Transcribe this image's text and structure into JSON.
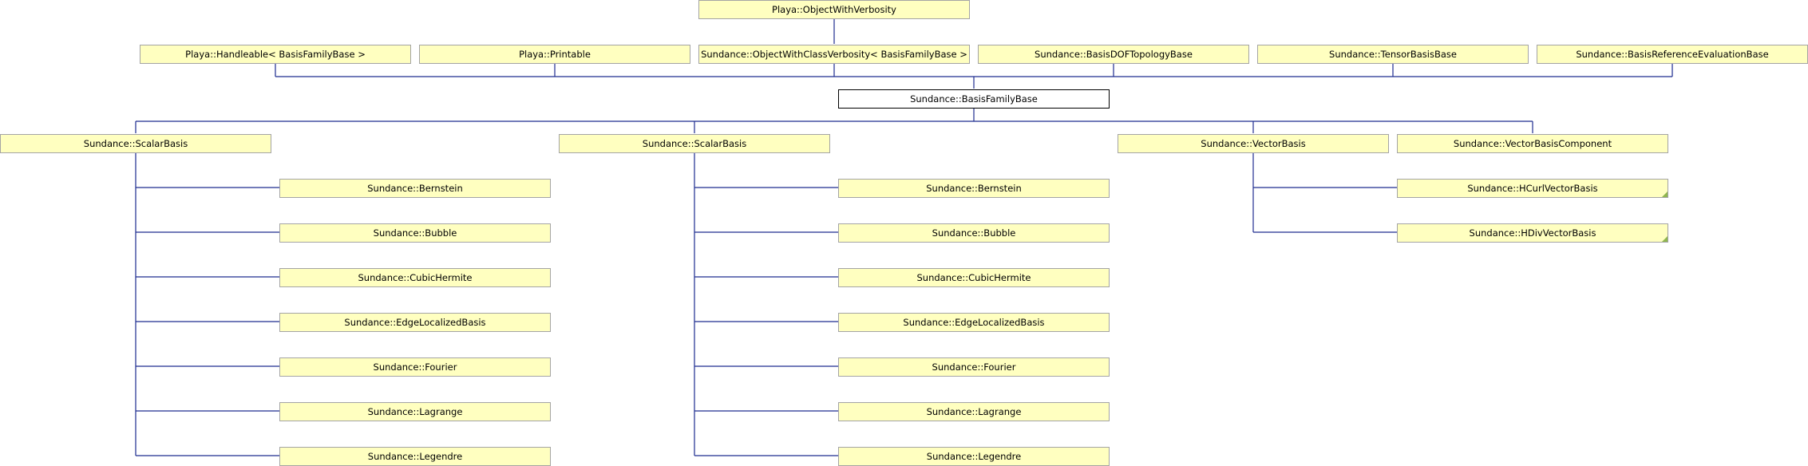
{
  "diagram": {
    "nodes": {
      "object_with_verbosity": "Playa::ObjectWithVerbosity",
      "handleable": "Playa::Handleable< BasisFamilyBase >",
      "printable": "Playa::Printable",
      "object_with_class_verbosity": "Sundance::ObjectWithClassVerbosity< BasisFamilyBase >",
      "basis_dof_topology_base": "Sundance::BasisDOFTopologyBase",
      "tensor_basis_base": "Sundance::TensorBasisBase",
      "basis_reference_evaluation_base": "Sundance::BasisReferenceEvaluationBase",
      "basis_family_base": "Sundance::BasisFamilyBase",
      "scalar_basis_1": "Sundance::ScalarBasis",
      "scalar_basis_2": "Sundance::ScalarBasis",
      "vector_basis": "Sundance::VectorBasis",
      "vector_basis_component": "Sundance::VectorBasisComponent",
      "bernstein_1": "Sundance::Bernstein",
      "bubble_1": "Sundance::Bubble",
      "cubic_hermite_1": "Sundance::CubicHermite",
      "edge_localized_basis_1": "Sundance::EdgeLocalizedBasis",
      "fourier_1": "Sundance::Fourier",
      "lagrange_1": "Sundance::Lagrange",
      "legendre_1": "Sundance::Legendre",
      "bernstein_2": "Sundance::Bernstein",
      "bubble_2": "Sundance::Bubble",
      "cubic_hermite_2": "Sundance::CubicHermite",
      "edge_localized_basis_2": "Sundance::EdgeLocalizedBasis",
      "fourier_2": "Sundance::Fourier",
      "lagrange_2": "Sundance::Lagrange",
      "legendre_2": "Sundance::Legendre",
      "hcurl_vector_basis": "Sundance::HCurlVectorBasis",
      "hdiv_vector_basis": "Sundance::HDivVectorBasis"
    }
  },
  "colors": {
    "node_fill": "#ffffc0",
    "node_border": "#a4a4a4",
    "edge": "#1d2c8f",
    "collapsed_marker": "#8fb64f"
  }
}
